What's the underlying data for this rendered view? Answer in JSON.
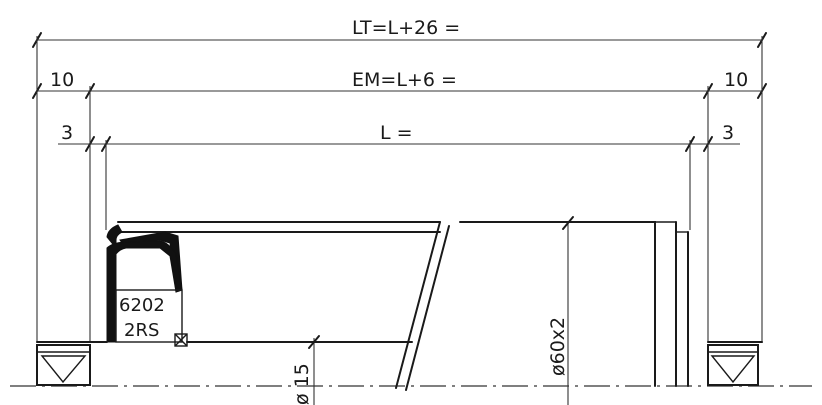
{
  "dimensions": {
    "total_length": "LT=L+26 =",
    "tube_length": "EM=L+6 =",
    "inner_length": "L =",
    "left_outer": "10",
    "right_outer": "10",
    "left_inner": "3",
    "right_inner": "3"
  },
  "labels": {
    "bearing_line1": "6202",
    "bearing_line2": "2RS",
    "tube_diameter": "ø60x2",
    "shaft_diameter": "ø 15"
  }
}
